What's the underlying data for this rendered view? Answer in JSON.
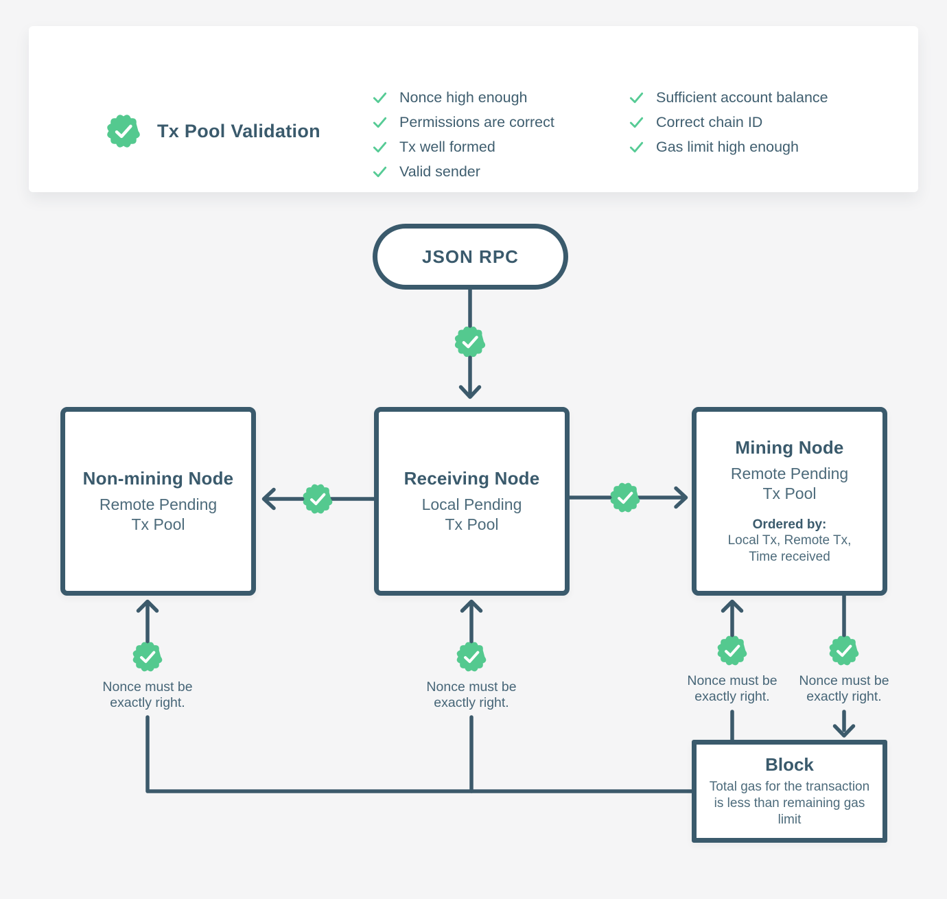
{
  "colors": {
    "background": "#f5f5f6",
    "card": "#ffffff",
    "ink": "#3a5a6c",
    "ink-soft": "#4d6b7b",
    "note": "#466577",
    "green": "#54c98f",
    "line": "#3c5a6b"
  },
  "validation_card": {
    "title": "Tx Pool Validation",
    "badge_icon": "seal-check-icon",
    "checklist_col1": [
      "Nonce high enough",
      "Permissions are correct",
      "Tx well formed",
      "Valid sender"
    ],
    "checklist_col2": [
      "Sufficient account balance",
      "Correct chain ID",
      "Gas limit high enough"
    ]
  },
  "flow": {
    "json_rpc": {
      "label": "JSON RPC"
    },
    "nodes": {
      "non_mining": {
        "title": "Non-mining Node",
        "subtitle_line1": "Remote Pending",
        "subtitle_line2": "Tx Pool"
      },
      "receiving": {
        "title": "Receiving Node",
        "subtitle_line1": "Local Pending",
        "subtitle_line2": "Tx Pool"
      },
      "mining": {
        "title": "Mining Node",
        "subtitle_line1": "Remote Pending",
        "subtitle_line2": "Tx Pool",
        "ordered_by_label": "Ordered by:",
        "ordered_by_line1": "Local Tx, Remote Tx,",
        "ordered_by_line2": "Time received"
      },
      "block": {
        "title": "Block",
        "body": "Total gas for the transaction is less than remaining gas limit"
      }
    },
    "nonce_note": {
      "line1": "Nonce must be",
      "line2": "exactly right."
    }
  }
}
